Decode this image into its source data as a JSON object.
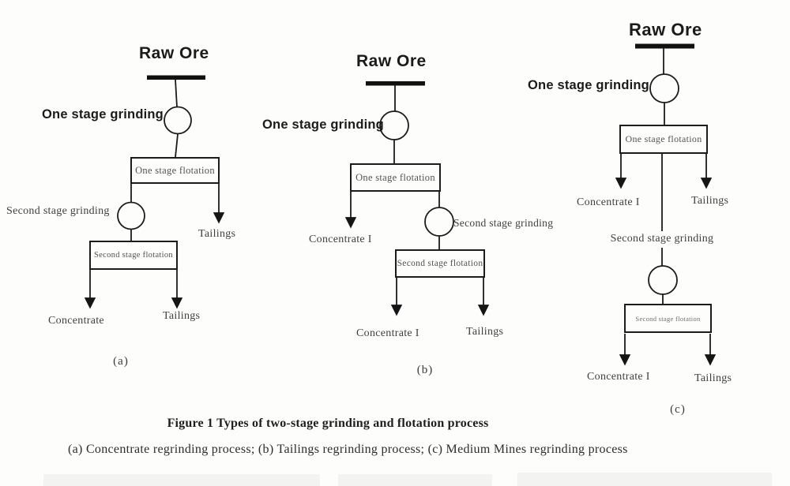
{
  "figure": {
    "caption_title": "Figure 1 Types of two-stage grinding and flotation process",
    "caption_subtitle": "(a) Concentrate regrinding process; (b) Tailings regrinding process; (c) Medium Mines regrinding process"
  },
  "colors": {
    "line": "#1b1b1b",
    "box_border": "#1c1c1c",
    "box_text": "#525252",
    "serif_text": "#3f3f3f",
    "sans_text": "#1b1b1b",
    "background": "#fdfdfc"
  },
  "diagram_a": {
    "tag": "(a)",
    "raw_ore": "Raw Ore",
    "one_stage_grinding": "One stage grinding",
    "one_stage_flotation": "One stage flotation",
    "second_stage_grinding": "Second stage grinding",
    "second_stage_flotation": "Second stage flotation",
    "tailings_1": "Tailings",
    "concentrate": "Concentrate",
    "tailings_2": "Tailings"
  },
  "diagram_b": {
    "tag": "(b)",
    "raw_ore": "Raw Ore",
    "one_stage_grinding": "One stage grinding",
    "one_stage_flotation": "One stage flotation",
    "second_stage_grinding": "Second stage grinding",
    "second_stage_flotation": "Second stage flotation",
    "concentrate_1": "Concentrate I",
    "concentrate_2": "Concentrate I",
    "tailings": "Tailings"
  },
  "diagram_c": {
    "tag": "(c)",
    "raw_ore": "Raw Ore",
    "one_stage_grinding": "One stage grinding",
    "one_stage_flotation": "One stage flotation",
    "second_stage_grinding": "Second stage grinding",
    "second_stage_flotation": "Second stage flotation",
    "concentrate_1": "Concentrate I",
    "tailings_1": "Tailings",
    "concentrate_2": "Concentrate I",
    "tailings_2": "Tailings"
  }
}
